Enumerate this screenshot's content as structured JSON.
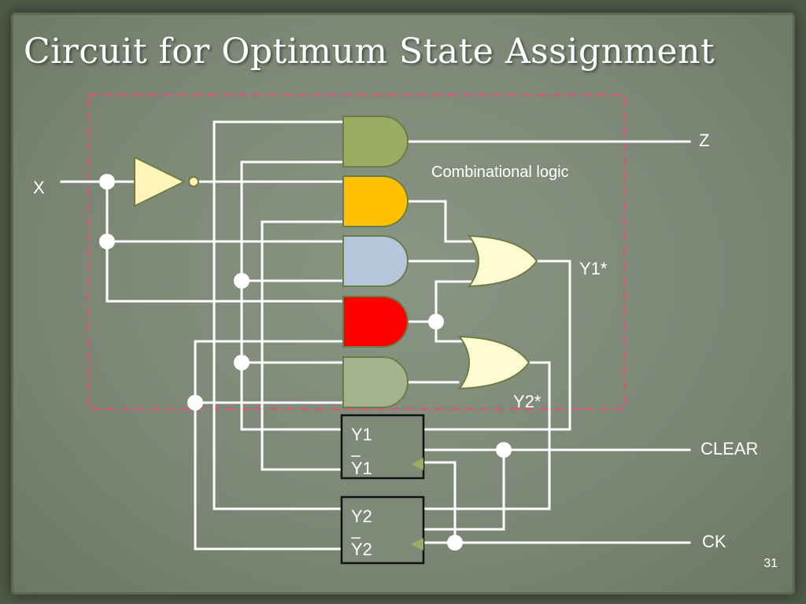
{
  "slide": {
    "title": "Circuit for Optimum State Assignment",
    "page_number": "31"
  },
  "diagram": {
    "labels": {
      "input_x": "X",
      "output_z": "Z",
      "combinational_logic": "Combinational logic",
      "y1_next": "Y1*",
      "y2_next": "Y2*",
      "clear": "CLEAR",
      "clock": "CK"
    },
    "flipflops": [
      {
        "q": "Y1",
        "q_bar": "Y1"
      },
      {
        "q": "Y2",
        "q_bar": "Y2"
      }
    ],
    "colors": {
      "and_gate_1": "#9bad62",
      "and_gate_2": "#ffc000",
      "and_gate_3": "#b4c7dc",
      "and_gate_4": "#ff0000",
      "and_gate_5": "#a3b38e",
      "or_gates": "#fffbd0",
      "inverter": "#fff5b8",
      "boundary": "#d05a78"
    }
  }
}
